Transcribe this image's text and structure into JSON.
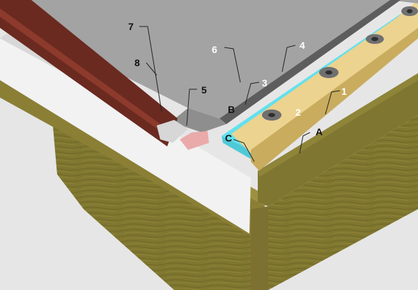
{
  "labels": {
    "one": "1",
    "two": "2",
    "three": "3",
    "four": "4",
    "five": "5",
    "six": "6",
    "seven": "7",
    "eight": "8",
    "a": "A",
    "b": "B",
    "c": "C"
  },
  "colors": {
    "background": "#e6e6e6",
    "membrane": "#a3a3a3",
    "insulation_board": "#ecd38f",
    "vapor_layer": "#63e0ee",
    "timber": "#8a7d34",
    "drip_edge": "#6a2a20",
    "fascia": "#f2f2f2",
    "sealant": "#eaaaaa",
    "dark_strip": "#5d5d5d"
  }
}
